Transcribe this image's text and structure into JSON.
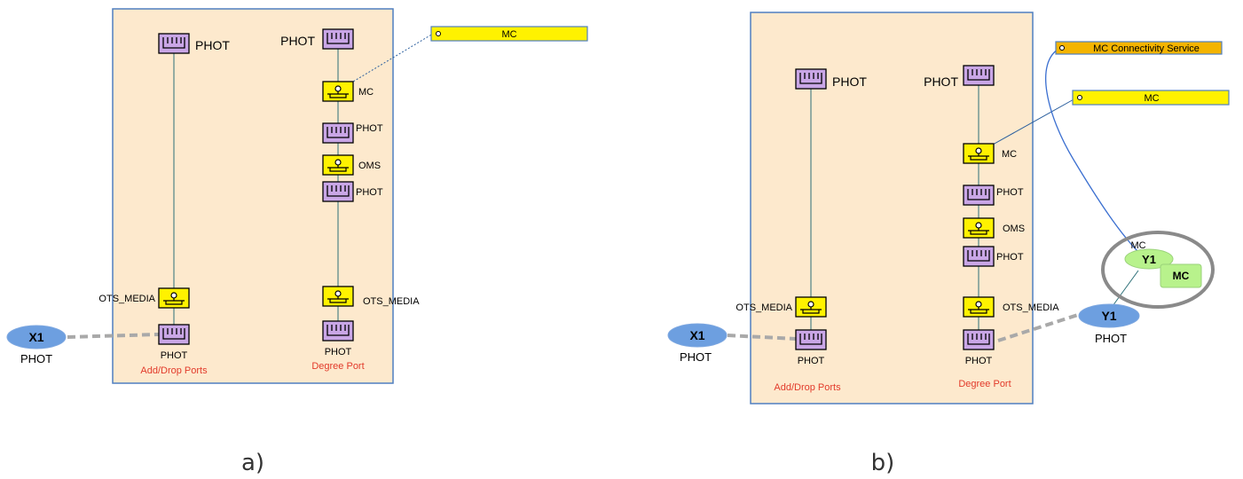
{
  "colors": {
    "panel_fill": "#fde9cd",
    "panel_border": "#4f7fc0",
    "phot_fill": "#c9a6e6",
    "yellow_fill": "#fff200",
    "orange_fill": "#f4b400",
    "ellipse_blue": "#6d9fe0",
    "ellipse_green": "#b8f28c",
    "red_text": "#e23a2a"
  },
  "labels": {
    "phot": "PHOT",
    "mc": "MC",
    "oms": "OMS",
    "ots_media": "OTS_MEDIA",
    "add_drop": "Add/Drop Ports",
    "degree": "Degree Port",
    "x1": "X1",
    "y1": "Y1",
    "mc_connectivity_service": "MC Connectivity Service"
  },
  "captions": {
    "a": "a)",
    "b": "b)"
  },
  "icons": [
    "phot-port-icon",
    "media-port-icon",
    "service-pin-icon"
  ]
}
